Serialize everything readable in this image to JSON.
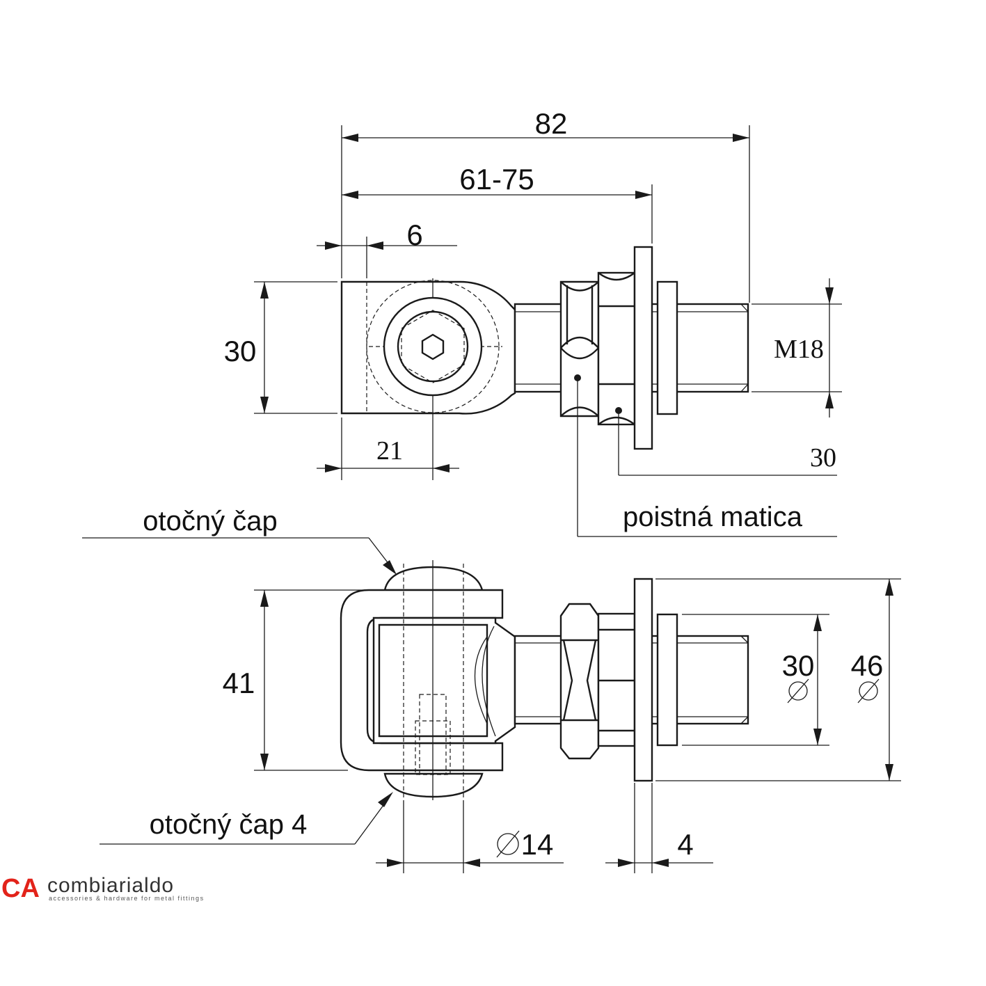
{
  "dimensions": {
    "overall_length": "82",
    "adjust_range": "61-75",
    "eye_offset": "6",
    "eye_height": "30",
    "pivot_offset": "21",
    "thread": "M18",
    "nut_size": "30",
    "yoke_height": "41",
    "washer_small_dia": "30",
    "washer_large_dia": "46",
    "pin_dia": "14",
    "washer_thickness": "4"
  },
  "labels": {
    "lock_nut": "poistná matica",
    "pivot_pin_top": "otočný čap",
    "pivot_pin_bottom": "otočný čap 4"
  },
  "brand": {
    "mark": "CA",
    "name": "combiarialdo",
    "tagline": "accessories & hardware for metal fittings",
    "mark_color": "#e2231a"
  }
}
